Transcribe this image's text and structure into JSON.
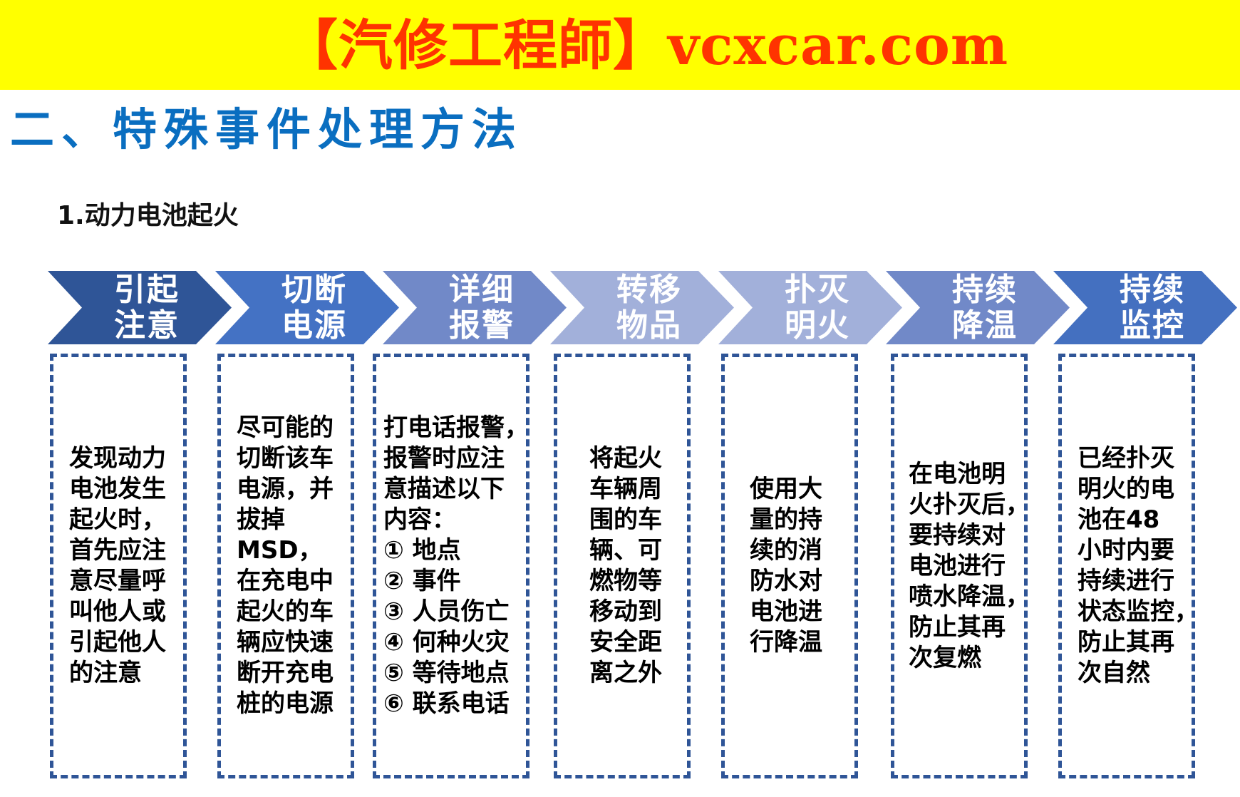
{
  "banner": {
    "text": "【汽修工程師】vcxcar.com",
    "background": "#ffff00",
    "color": "#ff3300"
  },
  "section_title": "二、特殊事件处理方法",
  "subtitle": "1.动力电池起火",
  "steps": [
    {
      "title_lines": [
        "引起",
        "注意"
      ],
      "color": "#2f5597",
      "body_lines": [
        "发现动力",
        "电池发生",
        "起火时，",
        "首先应注",
        "意尽量呼",
        "叫他人或",
        "引起他人",
        "的注意"
      ]
    },
    {
      "title_lines": [
        "切断",
        "电源"
      ],
      "color": "#4472c4",
      "body_lines": [
        "尽可能的",
        "切断该车",
        "电源，并",
        "拔掉",
        "MSD，",
        "在充电中",
        "起火的车",
        "辆应快速",
        "断开充电",
        "桩的电源"
      ]
    },
    {
      "title_lines": [
        "详细",
        "报警"
      ],
      "color": "#7189c8",
      "body_lines": [
        "打电话报警，",
        "报警时应注",
        "意描述以下",
        "内容：",
        "① 地点",
        "② 事件",
        "③ 人员伤亡",
        "④ 何种火灾",
        "⑤ 等待地点",
        "⑥ 联系电话"
      ]
    },
    {
      "title_lines": [
        "转移",
        "物品"
      ],
      "color": "#a2b0da",
      "body_lines": [
        "将起火",
        "车辆周",
        "围的车",
        "辆、可",
        "燃物等",
        "移动到",
        "安全距",
        "离之外"
      ]
    },
    {
      "title_lines": [
        "扑灭",
        "明火"
      ],
      "color": "#a2b0da",
      "body_lines": [
        "使用大",
        "量的持",
        "续的消",
        "防水对",
        "电池进",
        "行降温"
      ]
    },
    {
      "title_lines": [
        "持续",
        "降温"
      ],
      "color": "#7189c8",
      "body_lines": [
        "在电池明",
        "火扑灭后，",
        "要持续对",
        "电池进行",
        "喷水降温，",
        "防止其再",
        "次复燃"
      ]
    },
    {
      "title_lines": [
        "持续",
        "监控"
      ],
      "color": "#4470c0",
      "body_lines": [
        "已经扑灭",
        "明火的电",
        "池在48",
        "小时内要",
        "持续进行",
        "状态监控，",
        "防止其再",
        "次自然"
      ]
    }
  ]
}
